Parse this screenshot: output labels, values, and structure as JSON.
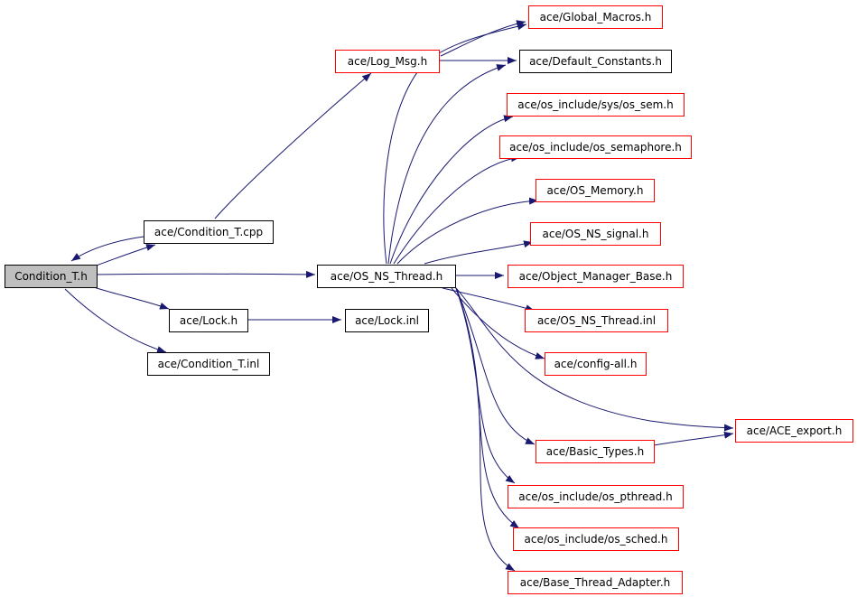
{
  "colors": {
    "edge": "#191970",
    "border_default": "#000000",
    "border_truncated": "#ff0000",
    "root_fill": "#bfbfbf",
    "node_fill": "#ffffff"
  },
  "nodes": [
    {
      "id": "condition_t_h",
      "label": "Condition_T.h",
      "style": "root"
    },
    {
      "id": "condition_t_cpp",
      "label": "ace/Condition_T.cpp",
      "style": "normal"
    },
    {
      "id": "lock_h",
      "label": "ace/Lock.h",
      "style": "normal"
    },
    {
      "id": "condition_t_inl",
      "label": "ace/Condition_T.inl",
      "style": "normal"
    },
    {
      "id": "lock_inl",
      "label": "ace/Lock.inl",
      "style": "normal"
    },
    {
      "id": "log_msg_h",
      "label": "ace/Log_Msg.h",
      "style": "truncated"
    },
    {
      "id": "os_ns_thread_h",
      "label": "ace/OS_NS_Thread.h",
      "style": "normal"
    },
    {
      "id": "global_macros_h",
      "label": "ace/Global_Macros.h",
      "style": "truncated"
    },
    {
      "id": "default_constants_h",
      "label": "ace/Default_Constants.h",
      "style": "normal"
    },
    {
      "id": "os_sem_h",
      "label": "ace/os_include/sys/os_sem.h",
      "style": "truncated"
    },
    {
      "id": "os_semaphore_h",
      "label": "ace/os_include/os_semaphore.h",
      "style": "truncated"
    },
    {
      "id": "os_memory_h",
      "label": "ace/OS_Memory.h",
      "style": "truncated"
    },
    {
      "id": "os_ns_signal_h",
      "label": "ace/OS_NS_signal.h",
      "style": "truncated"
    },
    {
      "id": "object_manager_base_h",
      "label": "ace/Object_Manager_Base.h",
      "style": "truncated"
    },
    {
      "id": "os_ns_thread_inl",
      "label": "ace/OS_NS_Thread.inl",
      "style": "truncated"
    },
    {
      "id": "config_all_h",
      "label": "ace/config-all.h",
      "style": "truncated"
    },
    {
      "id": "ace_export_h",
      "label": "ace/ACE_export.h",
      "style": "truncated"
    },
    {
      "id": "basic_types_h",
      "label": "ace/Basic_Types.h",
      "style": "truncated"
    },
    {
      "id": "os_pthread_h",
      "label": "ace/os_include/os_pthread.h",
      "style": "truncated"
    },
    {
      "id": "os_sched_h",
      "label": "ace/os_include/os_sched.h",
      "style": "truncated"
    },
    {
      "id": "base_thread_adapter_h",
      "label": "ace/Base_Thread_Adapter.h",
      "style": "truncated"
    }
  ],
  "edges": [
    {
      "from": "condition_t_h",
      "to": "condition_t_cpp"
    },
    {
      "from": "condition_t_h",
      "to": "os_ns_thread_h"
    },
    {
      "from": "condition_t_h",
      "to": "lock_h"
    },
    {
      "from": "condition_t_h",
      "to": "condition_t_inl"
    },
    {
      "from": "condition_t_cpp",
      "to": "condition_t_h"
    },
    {
      "from": "condition_t_cpp",
      "to": "log_msg_h"
    },
    {
      "from": "log_msg_h",
      "to": "global_macros_h"
    },
    {
      "from": "log_msg_h",
      "to": "default_constants_h"
    },
    {
      "from": "lock_h",
      "to": "lock_inl"
    },
    {
      "from": "os_ns_thread_h",
      "to": "global_macros_h"
    },
    {
      "from": "os_ns_thread_h",
      "to": "default_constants_h"
    },
    {
      "from": "os_ns_thread_h",
      "to": "os_sem_h"
    },
    {
      "from": "os_ns_thread_h",
      "to": "os_semaphore_h"
    },
    {
      "from": "os_ns_thread_h",
      "to": "os_memory_h"
    },
    {
      "from": "os_ns_thread_h",
      "to": "os_ns_signal_h"
    },
    {
      "from": "os_ns_thread_h",
      "to": "object_manager_base_h"
    },
    {
      "from": "os_ns_thread_h",
      "to": "os_ns_thread_inl"
    },
    {
      "from": "os_ns_thread_h",
      "to": "config_all_h"
    },
    {
      "from": "os_ns_thread_h",
      "to": "ace_export_h"
    },
    {
      "from": "os_ns_thread_h",
      "to": "basic_types_h"
    },
    {
      "from": "os_ns_thread_h",
      "to": "os_pthread_h"
    },
    {
      "from": "os_ns_thread_h",
      "to": "os_sched_h"
    },
    {
      "from": "os_ns_thread_h",
      "to": "base_thread_adapter_h"
    },
    {
      "from": "basic_types_h",
      "to": "ace_export_h"
    }
  ]
}
